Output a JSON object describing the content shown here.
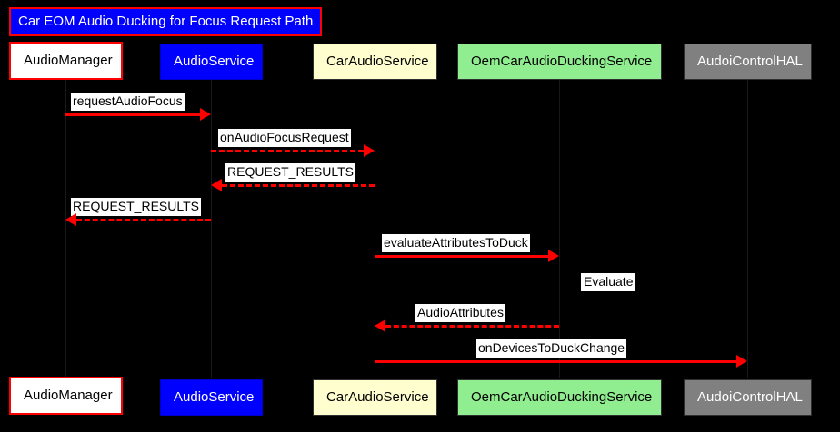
{
  "diagram": {
    "title": "Car EOM Audio Ducking for Focus Request Path",
    "background_color": "#000000",
    "accent_color": "#FF0000",
    "type": "uml-sequence-diagram"
  },
  "participants": [
    {
      "id": "audiomanager",
      "label": "AudioManager",
      "style": "white",
      "bg": "#FFFFFF",
      "text_color": "#000000",
      "border_color": "#FF0000"
    },
    {
      "id": "audioservice",
      "label": "AudioService",
      "style": "blue",
      "bg": "#0000FF",
      "text_color": "#FFFFFF",
      "border_color": "#0000CC"
    },
    {
      "id": "caraudioservice",
      "label": "CarAudioService",
      "style": "cream",
      "bg": "#FEFECE",
      "text_color": "#000000",
      "border_color": "#2F2F2F"
    },
    {
      "id": "oemducking",
      "label": "OemCarAudioDuckingService",
      "style": "green",
      "bg": "#90EE90",
      "text_color": "#000000",
      "border_color": "#2F2F2F"
    },
    {
      "id": "audiocontrolhal",
      "label": "AudoiControlHAL",
      "style": "gray",
      "bg": "#808080",
      "text_color": "#FFFFFF",
      "border_color": "#2F2F2F"
    }
  ],
  "messages": [
    {
      "label": "requestAudioFocus",
      "from": "audiomanager",
      "to": "audioservice",
      "direction": "right",
      "line": "solid"
    },
    {
      "label": "onAudioFocusRequest",
      "from": "audioservice",
      "to": "caraudioservice",
      "direction": "right",
      "line": "dashed"
    },
    {
      "label": "REQUEST_RESULTS",
      "from": "caraudioservice",
      "to": "audioservice",
      "direction": "left",
      "line": "dashed"
    },
    {
      "label": "REQUEST_RESULTS",
      "from": "audioservice",
      "to": "audiomanager",
      "direction": "left",
      "line": "dashed"
    },
    {
      "label": "evaluateAttributesToDuck",
      "from": "caraudioservice",
      "to": "oemducking",
      "direction": "right",
      "line": "solid"
    },
    {
      "label": "AudioAttributes",
      "from": "oemducking",
      "to": "caraudioservice",
      "direction": "left",
      "line": "dashed"
    },
    {
      "label": "onDevicesToDuckChange",
      "from": "caraudioservice",
      "to": "audiocontrolhal",
      "direction": "right",
      "line": "solid"
    }
  ],
  "notes": [
    {
      "label": "Evaluate",
      "near": "oemducking"
    }
  ]
}
